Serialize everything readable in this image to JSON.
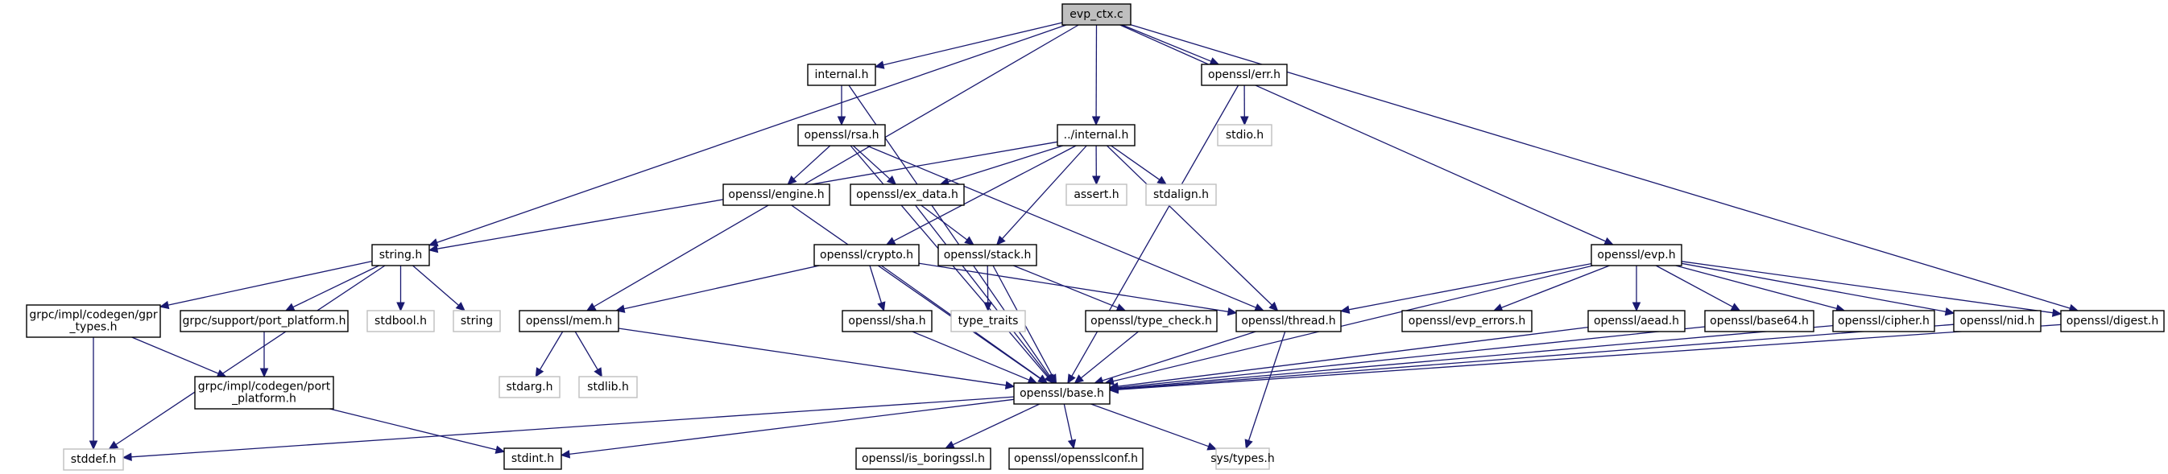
{
  "title": "evp_ctx.c include dependency graph",
  "colors": {
    "edge": "#191970",
    "root_fill": "#bfbfbf",
    "external_border": "#bfbfbf",
    "node_border": "#000000"
  },
  "nodes": [
    {
      "id": "evp_ctx",
      "label": "evp_ctx.c",
      "kind": "root"
    },
    {
      "id": "internal_h",
      "label": "internal.h",
      "kind": "file"
    },
    {
      "id": "err_h",
      "label": "openssl/err.h",
      "kind": "file"
    },
    {
      "id": "dotdot_internal",
      "label": "../internal.h",
      "kind": "file"
    },
    {
      "id": "stdio",
      "label": "stdio.h",
      "kind": "external"
    },
    {
      "id": "rsa_h",
      "label": "openssl/rsa.h",
      "kind": "file"
    },
    {
      "id": "engine_h",
      "label": "openssl/engine.h",
      "kind": "file"
    },
    {
      "id": "ex_data_h",
      "label": "openssl/ex_data.h",
      "kind": "file"
    },
    {
      "id": "assert",
      "label": "assert.h",
      "kind": "external"
    },
    {
      "id": "stdalign",
      "label": "stdalign.h",
      "kind": "external"
    },
    {
      "id": "string_h",
      "label": "string.h",
      "kind": "file"
    },
    {
      "id": "crypto_h",
      "label": "openssl/crypto.h",
      "kind": "file"
    },
    {
      "id": "stack_h",
      "label": "openssl/stack.h",
      "kind": "file"
    },
    {
      "id": "evp_h",
      "label": "openssl/evp.h",
      "kind": "file"
    },
    {
      "id": "gpr_types",
      "label": "grpc/impl/codegen/gpr\n_types.h",
      "kind": "file"
    },
    {
      "id": "support_pp",
      "label": "grpc/support/port_platform.h",
      "kind": "file"
    },
    {
      "id": "stdbool",
      "label": "stdbool.h",
      "kind": "external"
    },
    {
      "id": "string",
      "label": "string",
      "kind": "external"
    },
    {
      "id": "mem_h",
      "label": "openssl/mem.h",
      "kind": "file"
    },
    {
      "id": "sha_h",
      "label": "openssl/sha.h",
      "kind": "file"
    },
    {
      "id": "type_traits",
      "label": "type_traits",
      "kind": "external"
    },
    {
      "id": "type_check_h",
      "label": "openssl/type_check.h",
      "kind": "file"
    },
    {
      "id": "thread_h",
      "label": "openssl/thread.h",
      "kind": "file"
    },
    {
      "id": "evp_errors_h",
      "label": "openssl/evp_errors.h",
      "kind": "file"
    },
    {
      "id": "aead_h",
      "label": "openssl/aead.h",
      "kind": "file"
    },
    {
      "id": "base64_h",
      "label": "openssl/base64.h",
      "kind": "file"
    },
    {
      "id": "cipher_h",
      "label": "openssl/cipher.h",
      "kind": "file"
    },
    {
      "id": "nid_h",
      "label": "openssl/nid.h",
      "kind": "file"
    },
    {
      "id": "digest_h",
      "label": "openssl/digest.h",
      "kind": "file"
    },
    {
      "id": "codegen_pp",
      "label": "grpc/impl/codegen/port\n_platform.h",
      "kind": "file"
    },
    {
      "id": "stdarg",
      "label": "stdarg.h",
      "kind": "external"
    },
    {
      "id": "stdlib",
      "label": "stdlib.h",
      "kind": "external"
    },
    {
      "id": "base_h",
      "label": "openssl/base.h",
      "kind": "file"
    },
    {
      "id": "stddef",
      "label": "stddef.h",
      "kind": "external"
    },
    {
      "id": "stdint",
      "label": "stdint.h",
      "kind": "file"
    },
    {
      "id": "is_boringssl_h",
      "label": "openssl/is_boringssl.h",
      "kind": "file"
    },
    {
      "id": "opensslconf_h",
      "label": "openssl/opensslconf.h",
      "kind": "file"
    },
    {
      "id": "sys_types",
      "label": "sys/types.h",
      "kind": "external"
    }
  ],
  "edges": [
    [
      "evp_ctx",
      "internal_h"
    ],
    [
      "evp_ctx",
      "err_h"
    ],
    [
      "evp_ctx",
      "dotdot_internal"
    ],
    [
      "evp_ctx",
      "string_h"
    ],
    [
      "evp_ctx",
      "mem_h"
    ],
    [
      "evp_ctx",
      "evp_h"
    ],
    [
      "evp_ctx",
      "digest_h"
    ],
    [
      "internal_h",
      "rsa_h"
    ],
    [
      "internal_h",
      "base_h"
    ],
    [
      "err_h",
      "stdio"
    ],
    [
      "err_h",
      "base_h"
    ],
    [
      "rsa_h",
      "engine_h"
    ],
    [
      "rsa_h",
      "ex_data_h"
    ],
    [
      "rsa_h",
      "thread_h"
    ],
    [
      "rsa_h",
      "base_h"
    ],
    [
      "dotdot_internal",
      "string_h"
    ],
    [
      "dotdot_internal",
      "ex_data_h"
    ],
    [
      "dotdot_internal",
      "crypto_h"
    ],
    [
      "dotdot_internal",
      "assert"
    ],
    [
      "dotdot_internal",
      "stdalign"
    ],
    [
      "dotdot_internal",
      "stack_h"
    ],
    [
      "dotdot_internal",
      "thread_h"
    ],
    [
      "engine_h",
      "base_h"
    ],
    [
      "ex_data_h",
      "stack_h"
    ],
    [
      "ex_data_h",
      "base_h"
    ],
    [
      "string_h",
      "gpr_types"
    ],
    [
      "string_h",
      "support_pp"
    ],
    [
      "string_h",
      "stdbool"
    ],
    [
      "string_h",
      "string"
    ],
    [
      "string_h",
      "stddef"
    ],
    [
      "crypto_h",
      "mem_h"
    ],
    [
      "crypto_h",
      "sha_h"
    ],
    [
      "crypto_h",
      "thread_h"
    ],
    [
      "crypto_h",
      "base_h"
    ],
    [
      "stack_h",
      "type_traits"
    ],
    [
      "stack_h",
      "type_check_h"
    ],
    [
      "stack_h",
      "base_h"
    ],
    [
      "evp_h",
      "thread_h"
    ],
    [
      "evp_h",
      "evp_errors_h"
    ],
    [
      "evp_h",
      "aead_h"
    ],
    [
      "evp_h",
      "base64_h"
    ],
    [
      "evp_h",
      "cipher_h"
    ],
    [
      "evp_h",
      "nid_h"
    ],
    [
      "evp_h",
      "digest_h"
    ],
    [
      "evp_h",
      "base_h"
    ],
    [
      "gpr_types",
      "codegen_pp"
    ],
    [
      "gpr_types",
      "stddef"
    ],
    [
      "support_pp",
      "codegen_pp"
    ],
    [
      "codegen_pp",
      "stdint"
    ],
    [
      "mem_h",
      "stdarg"
    ],
    [
      "mem_h",
      "stdlib"
    ],
    [
      "mem_h",
      "base_h"
    ],
    [
      "sha_h",
      "base_h"
    ],
    [
      "type_check_h",
      "base_h"
    ],
    [
      "thread_h",
      "base_h"
    ],
    [
      "thread_h",
      "sys_types"
    ],
    [
      "aead_h",
      "base_h"
    ],
    [
      "base64_h",
      "base_h"
    ],
    [
      "cipher_h",
      "base_h"
    ],
    [
      "nid_h",
      "base_h"
    ],
    [
      "digest_h",
      "base_h"
    ],
    [
      "base_h",
      "stddef"
    ],
    [
      "base_h",
      "stdint"
    ],
    [
      "base_h",
      "is_boringssl_h"
    ],
    [
      "base_h",
      "opensslconf_h"
    ],
    [
      "base_h",
      "sys_types"
    ]
  ]
}
